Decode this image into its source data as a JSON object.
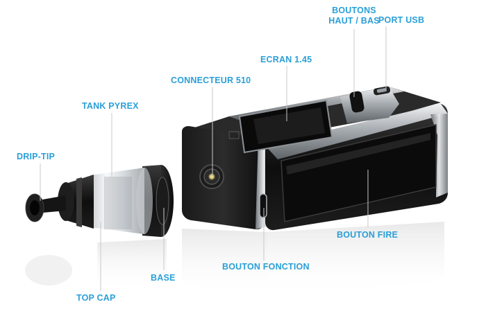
{
  "labels": {
    "drip_tip": "DRIP-TIP",
    "tank_pyrex": "TANK PYREX",
    "top_cap": "TOP CAP",
    "base": "BASE",
    "connecteur_510": "CONNECTEUR 510",
    "ecran": "ECRAN 1.45",
    "boutons_line1": "BOUTONS",
    "boutons_line2": "HAUT / BAS",
    "port_usb": "PORT USB",
    "bouton_fire": "BOUTON FIRE",
    "bouton_fonction": "BOUTON FONCTION"
  },
  "colors": {
    "label": "#2a9fd8",
    "leader_line": "#c8c8c8",
    "body_dark": "#141414",
    "chrome": "#b8bcc0",
    "glass": "#dfe3e6"
  }
}
